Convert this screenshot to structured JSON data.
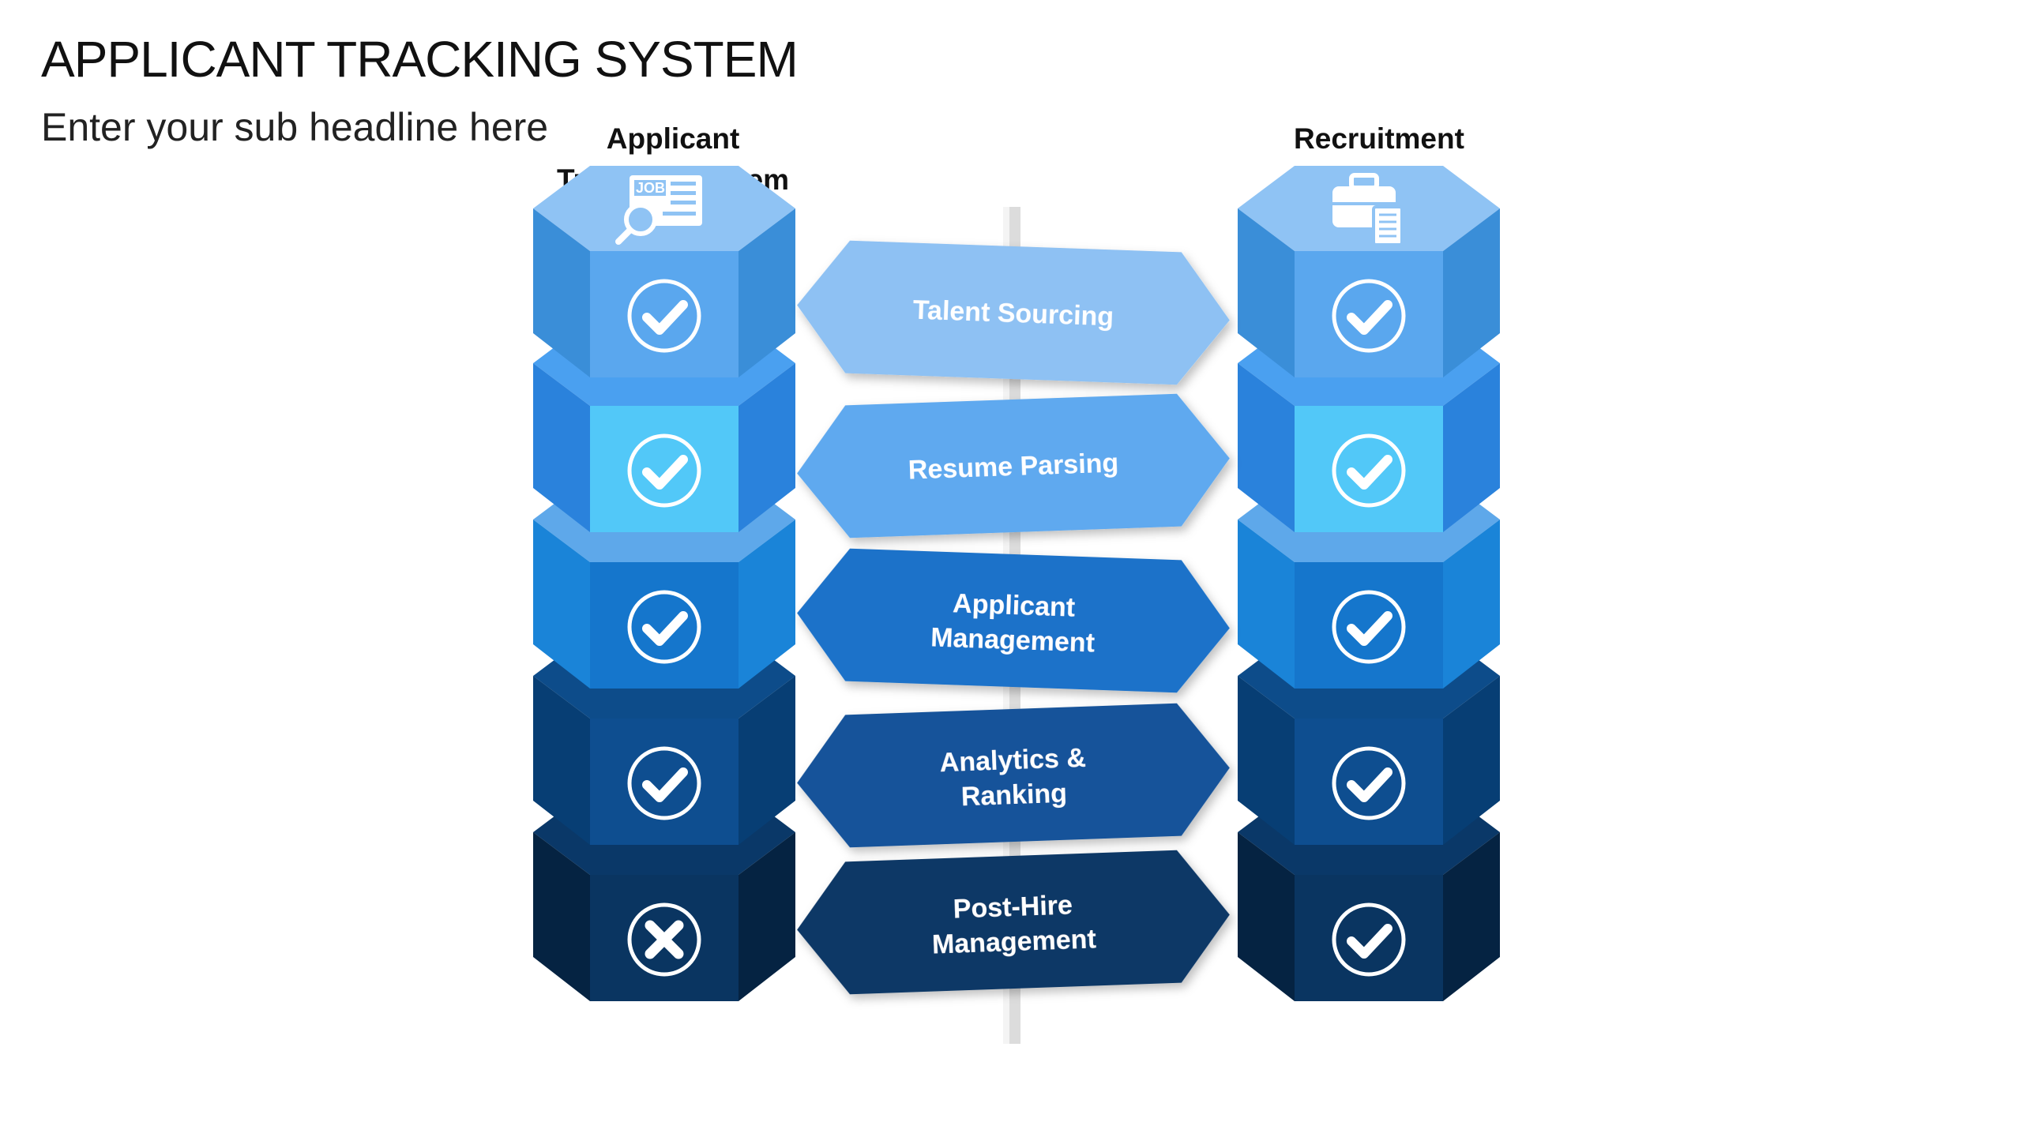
{
  "header": {
    "title": "APPLICANT TRACKING SYSTEM",
    "subtitle": "Enter your sub headline here"
  },
  "columns": [
    {
      "heading": "Applicant\nTracking System",
      "icon": "job-search-icon",
      "statuses": [
        "check",
        "check",
        "check",
        "check",
        "cross"
      ]
    },
    {
      "heading": "Recruitment\nSoftware",
      "icon": "briefcase-document-icon",
      "statuses": [
        "check",
        "check",
        "check",
        "check",
        "check"
      ]
    }
  ],
  "signs": [
    {
      "label": "Talent Sourcing",
      "color": "#8ec1f3"
    },
    {
      "label": "Resume Parsing",
      "color": "#5ea9ef"
    },
    {
      "label": "Applicant Management",
      "color": "#1d72c9"
    },
    {
      "label": "Analytics & Ranking",
      "color": "#14539a"
    },
    {
      "label": "Post-Hire Management",
      "color": "#0d3766"
    }
  ],
  "colors": {
    "tiers": [
      {
        "top": "#8fc3f4",
        "front": "#5aa7ee",
        "side": "#3a8ed8"
      },
      {
        "top": "#4aa0f0",
        "front": "#52c8f8",
        "side": "#2a82dc"
      },
      {
        "top": "#5ea8ea",
        "front": "#1576cc",
        "side": "#1a84d8"
      },
      {
        "top": "#0d4c8a",
        "front": "#0e4e90",
        "side": "#073e74"
      },
      {
        "top": "#0a3868",
        "front": "#0a3561",
        "side": "#052342"
      }
    ],
    "pole": "#dcdcdc"
  }
}
